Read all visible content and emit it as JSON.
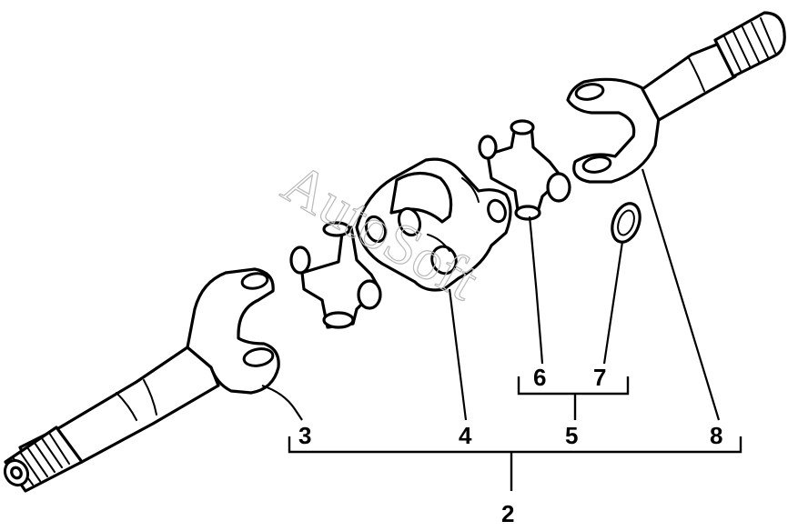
{
  "watermark": "AutoSoft",
  "callouts": [
    {
      "id": "2",
      "label": "2"
    },
    {
      "id": "3",
      "label": "3"
    },
    {
      "id": "4",
      "label": "4"
    },
    {
      "id": "5",
      "label": "5"
    },
    {
      "id": "6",
      "label": "6"
    },
    {
      "id": "7",
      "label": "7"
    },
    {
      "id": "8",
      "label": "8"
    }
  ]
}
